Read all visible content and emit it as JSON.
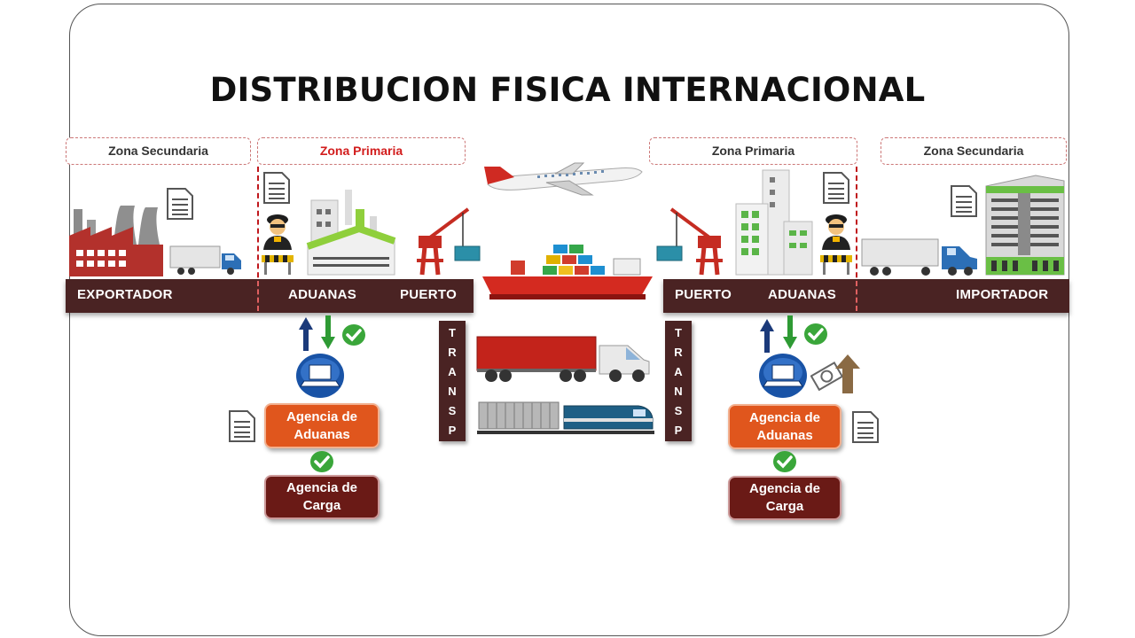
{
  "title": "DISTRIBUCION FISICA INTERNACIONAL",
  "zones": {
    "left_secondary": "Zona Secundaria",
    "left_primary": "Zona Primaria",
    "right_primary": "Zona Primaria",
    "right_secondary": "Zona Secundaria"
  },
  "bars": {
    "exportador": "EXPORTADOR",
    "aduanas_left": "ADUANAS",
    "puerto_left": "PUERTO",
    "puerto_right": "PUERTO",
    "aduanas_right": "ADUANAS",
    "importador": "IMPORTADOR"
  },
  "transp_letters": [
    "T",
    "R",
    "A",
    "N",
    "S",
    "P"
  ],
  "agencies": {
    "left_aduanas": [
      "Agencia de",
      "Aduanas"
    ],
    "left_carga": [
      "Agencia de",
      "Carga"
    ],
    "right_aduanas": [
      "Agencia de",
      "Aduanas"
    ],
    "right_carga": [
      "Agencia de",
      "Carga"
    ]
  },
  "colors": {
    "bar": "#4a2323",
    "aduanas_box": "#e0561d",
    "carga_box": "#6a1a16",
    "zone_primary_left": "#d21c1c",
    "check": "#3aa63a"
  },
  "icons": [
    "factory-icon",
    "truck-icon",
    "document-icon",
    "customs-officer-icon",
    "customs-building-icon",
    "port-crane-icon",
    "container-icon",
    "airplane-icon",
    "cargo-ship-icon",
    "freight-truck-icon",
    "train-icon",
    "laptop-globe-icon",
    "arrow-up-icon",
    "arrow-down-icon",
    "check-icon",
    "money-icon",
    "office-building-icon"
  ]
}
